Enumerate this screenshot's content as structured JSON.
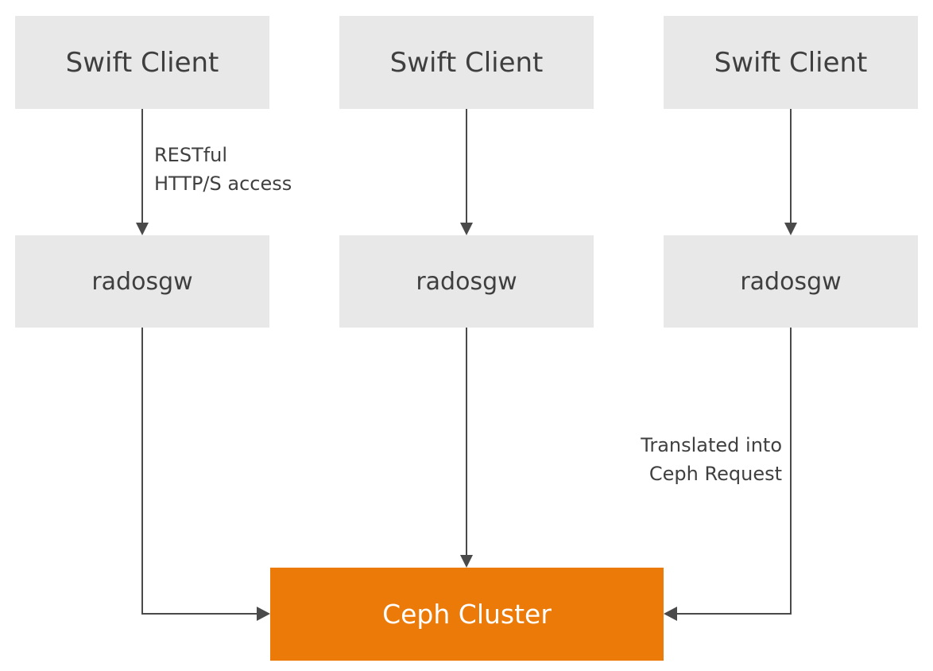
{
  "diagram": {
    "clients": [
      {
        "label": "Swift Client"
      },
      {
        "label": "Swift Client"
      },
      {
        "label": "Swift Client"
      }
    ],
    "gateways": [
      {
        "label": "radosgw"
      },
      {
        "label": "radosgw"
      },
      {
        "label": "radosgw"
      }
    ],
    "cluster": {
      "label": "Ceph Cluster"
    },
    "annotations": {
      "access": [
        "RESTful",
        "HTTP/S access"
      ],
      "translation": [
        "Translated into",
        "Ceph Request"
      ]
    },
    "colors": {
      "box_fill": "#e8e8e8",
      "box_text": "#3f3f3f",
      "cluster_fill": "#ec7a08",
      "cluster_text": "#ffffff",
      "connector": "#4a4a4a"
    }
  }
}
